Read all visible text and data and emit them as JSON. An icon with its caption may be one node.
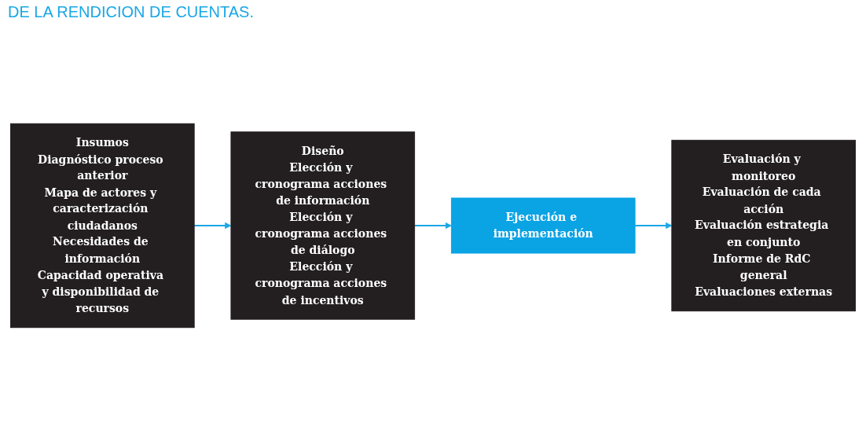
{
  "diagram": {
    "title": "DE LA RENDICION DE CUENTAS.",
    "nodes": [
      {
        "text": [
          "Insumos",
          "Diagnóstico proceso anterior",
          "Mapa de actores y caracterización ciudadanos",
          "Necesidades de información",
          "Capacidad operativa y disponibilidad de recursos"
        ]
      },
      {
        "text": [
          "Diseño",
          "Elección y cronograma acciones de información",
          "Elección y cronograma acciones de diálogo",
          "Elección y cronograma acciones de incentivos"
        ]
      },
      {
        "text": [
          "Ejecución e implementación"
        ]
      },
      {
        "text": [
          "Evaluación y monitoreo",
          "Evaluación de cada acción",
          "Evaluación estrategia en conjunto",
          "Informe de RdC general",
          "Evaluaciones externas"
        ]
      }
    ],
    "edges": [
      {
        "from": 0,
        "to": 1,
        "arrow": "to"
      },
      {
        "from": 1,
        "to": 2,
        "arrow": "to"
      },
      {
        "from": 2,
        "to": 3,
        "arrow": "to"
      }
    ]
  }
}
